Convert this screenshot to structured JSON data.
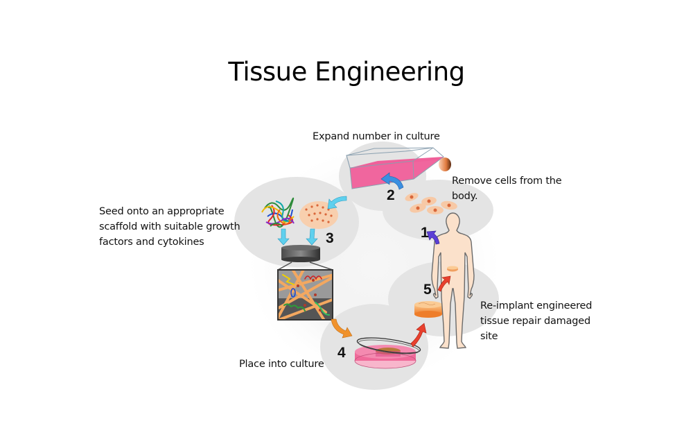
{
  "slide": {
    "title": "Tissue Engineering"
  },
  "steps": [
    {
      "number": "1",
      "label": "Remove cells from the body.",
      "lines": [
        "Remove cells from the",
        "body."
      ],
      "arrow_color": "#5b3fd6"
    },
    {
      "number": "2",
      "label": "Expand number in culture",
      "lines": [
        "Expand number in culture"
      ],
      "arrow_color": "#3b8fe0"
    },
    {
      "number": "3",
      "label": "Seed onto an appropriate scaffold with suitable growth factors and cytokines",
      "lines": [
        "Seed onto an appropriate",
        "scaffold with suitable growth",
        "factors and cytokines"
      ],
      "arrow_color": "#5fd0ee"
    },
    {
      "number": "4",
      "label": "Place into culture",
      "lines": [
        "Place into culture"
      ],
      "arrow_color": "#f0922c"
    },
    {
      "number": "5",
      "label": "Re-implant engineered tissue repair damaged site",
      "lines": [
        "Re-implant engineered",
        "tissue repair damaged",
        "site"
      ],
      "arrow_color": "#e8402e"
    }
  ],
  "colors": {
    "culture_medium": "#f0609a",
    "cells": "#f7c9a6",
    "cell_nucleus": "#d9673a",
    "skin": "#fbe1cb",
    "tissue": "#f08a3a",
    "circle_bg": "#e4e4e4"
  }
}
